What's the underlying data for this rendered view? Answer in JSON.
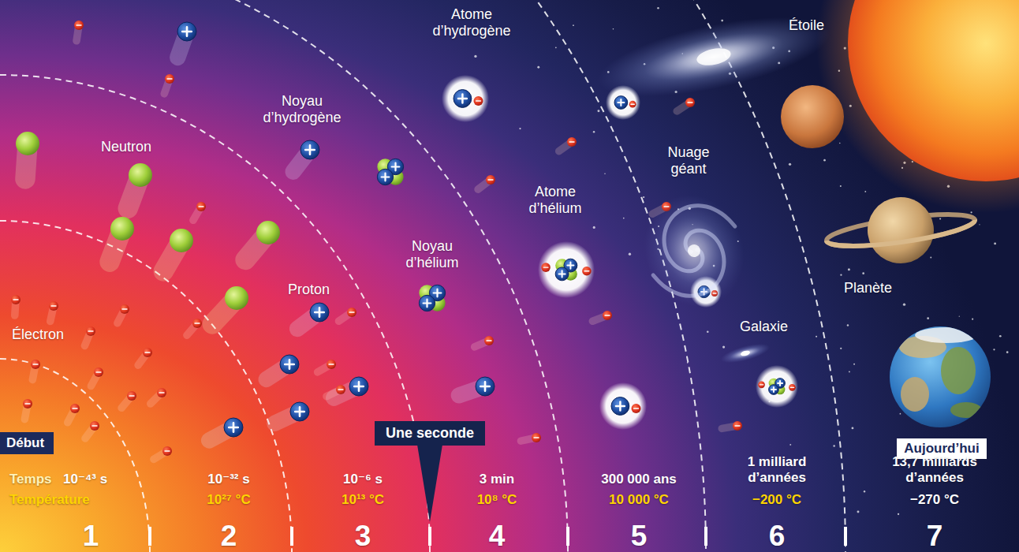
{
  "diagram": {
    "nodes": [
      {
        "text": [
          "Début"
        ]
      },
      {
        "text": [
          "Une seconde"
        ]
      },
      {
        "text": [
          "Aujourd’hui"
        ]
      }
    ],
    "labels": [
      "Atome d’hydrogène",
      "Étoile",
      "Noyau d’hydrogène",
      "Neutron",
      "Nuage géant",
      "Atome d’hélium",
      "Noyau d’hélium",
      "Proton",
      "Planète",
      "Galaxie",
      "Électron",
      "Temps",
      "10⁻⁴³ s",
      "10⁻³² s",
      "10⁻⁶ s",
      "3 min",
      "300 000 ans",
      "1 milliard d’années",
      "13,7 milliards d’années",
      "Température",
      "10²⁷ °C",
      "10¹³ °C",
      "10⁸ °C",
      "10 000 °C",
      "−200 °C",
      "−270 °C",
      "1",
      "2",
      "3",
      "4",
      "5",
      "6",
      "7"
    ]
  }
}
